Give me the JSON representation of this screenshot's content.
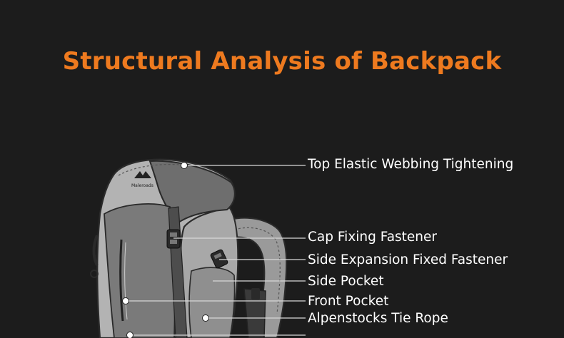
{
  "title": "Structural Analysis of Backpack",
  "logo": {
    "brand": "Maleroads"
  },
  "callouts": [
    {
      "label": "Top Elastic Webbing Tightening"
    },
    {
      "label": "Cap Fixing Fastener"
    },
    {
      "label": "Side Expansion Fixed Fastener"
    },
    {
      "label": "Side Pocket"
    },
    {
      "label": "Front Pocket"
    },
    {
      "label": "Alpenstocks Tie Rope"
    }
  ],
  "colors": {
    "background": "#1c1c1c",
    "title": "#ee7a1f",
    "label": "#ffffff",
    "leader_line": "#d8d8d8"
  }
}
